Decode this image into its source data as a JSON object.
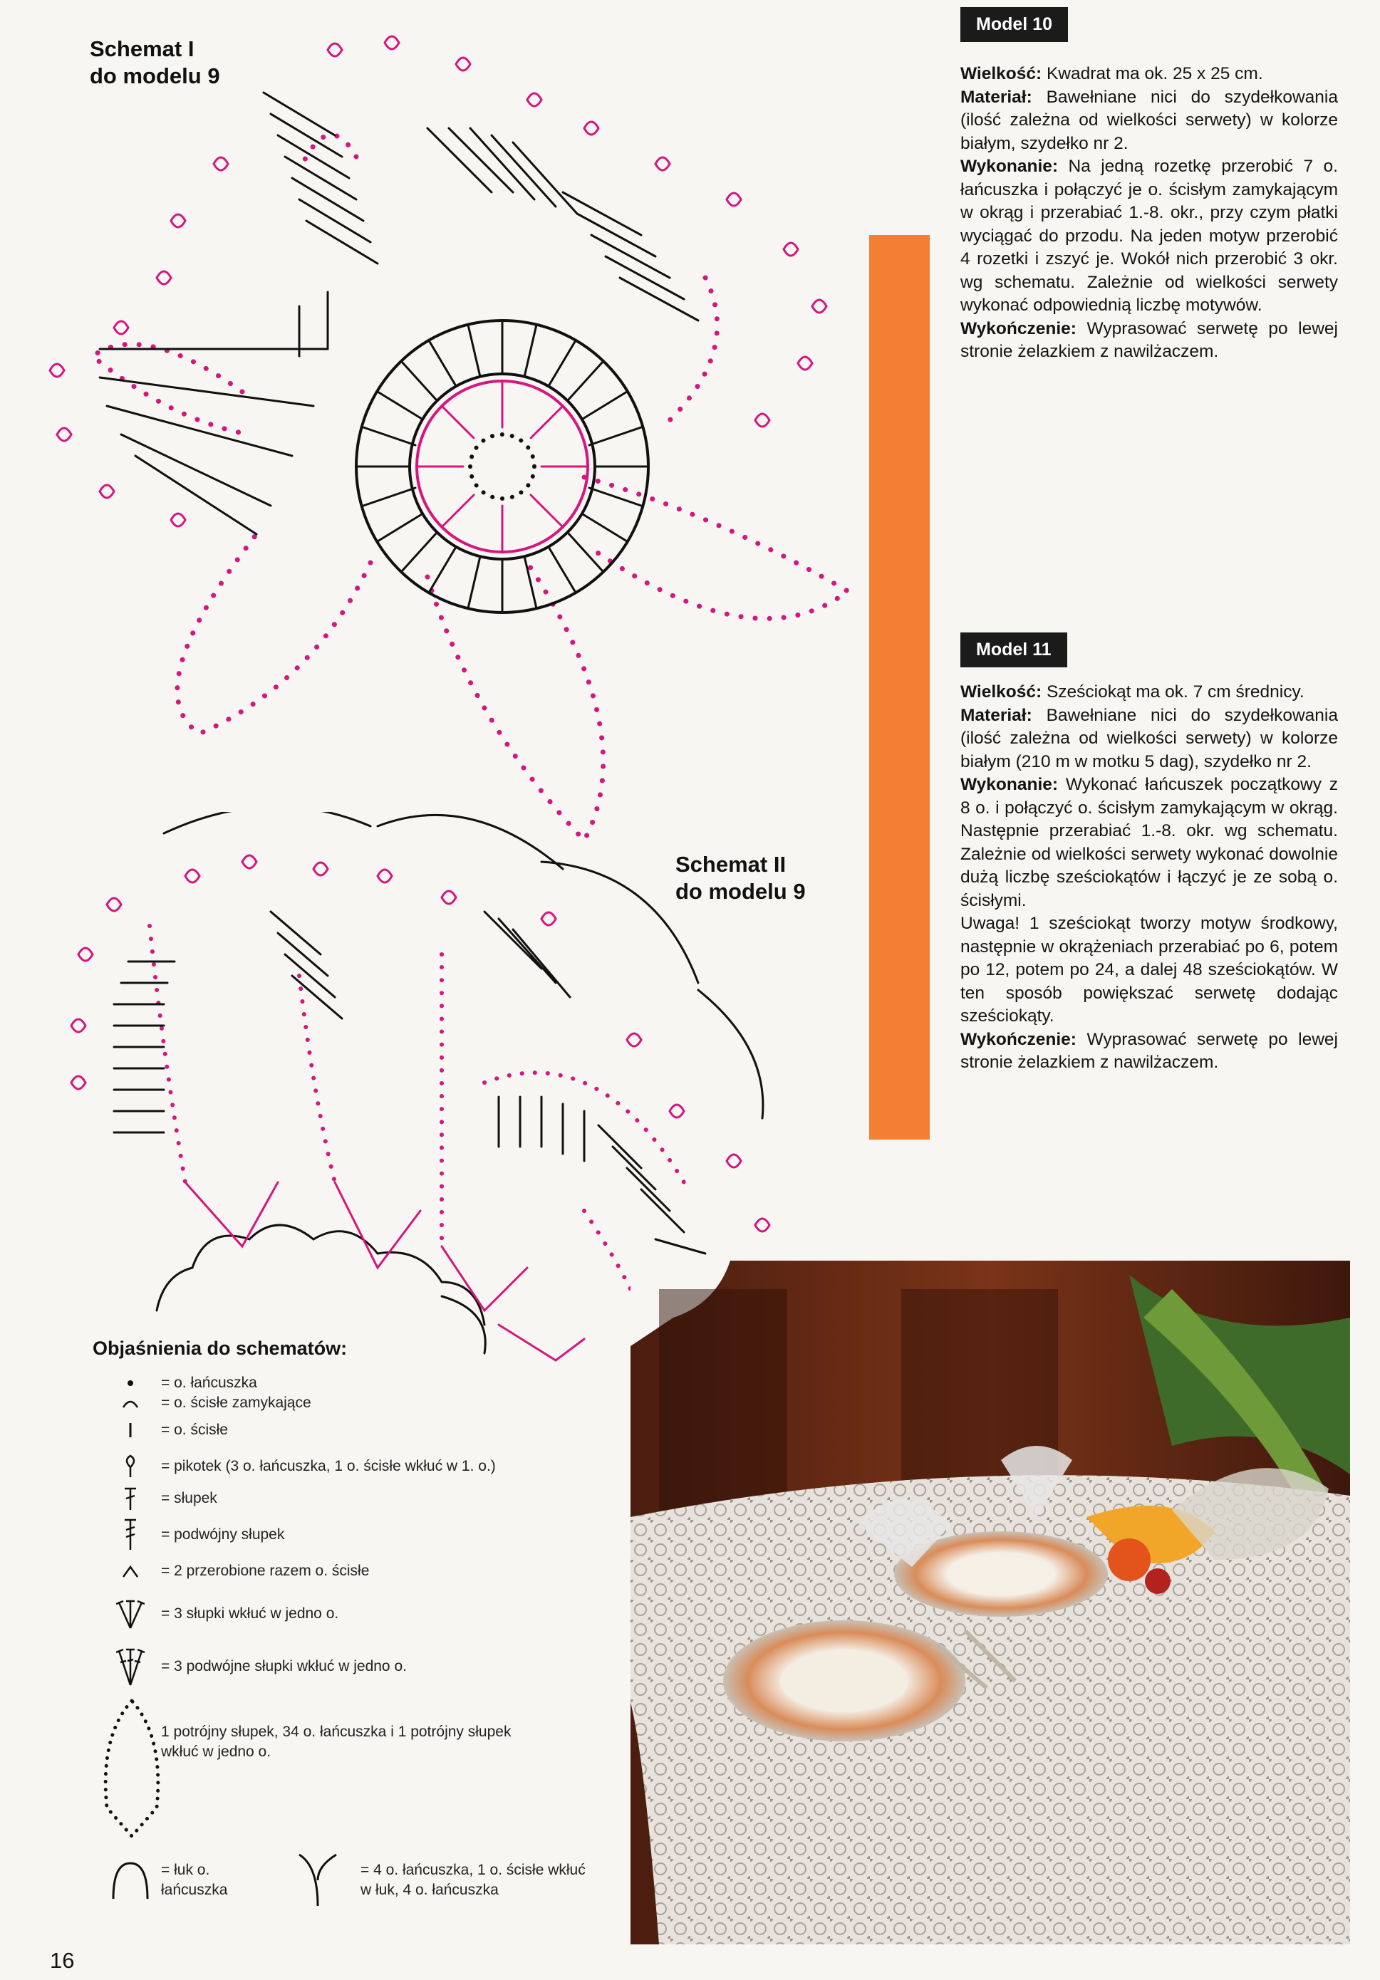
{
  "schema1": {
    "line1": "Schemat I",
    "line2": "do modelu 9"
  },
  "schema2": {
    "line1": "Schemat II",
    "line2": "do modelu 9"
  },
  "model10": {
    "tag": "Model 10",
    "size_label": "Wielkość:",
    "size_text": "Kwadrat ma ok. 25 x 25 cm.",
    "material_label": "Materiał:",
    "material_text": "Bawełniane nici do szydełkowania (ilość zależna od wielkości serwety) w kolorze białym, szydełko nr 2.",
    "execution_label": "Wykonanie:",
    "execution_text": "Na jedną rozetkę przerobić 7 o. łańcuszka i połączyć je o. ścisłym zamykającym w okrąg i przerabiać 1.-8. okr., przy czym płatki wyciągać do przodu. Na jeden motyw przerobić 4 rozetki i zszyć je. Wokół nich przerobić 3 okr. wg schematu. Zależnie od wielkości serwety wykonać odpowiednią liczbę motywów.",
    "finishing_label": "Wykończenie:",
    "finishing_text": "Wyprasować serwetę po lewej stronie żelazkiem z nawilżaczem."
  },
  "model11": {
    "tag": "Model 11",
    "size_label": "Wielkość:",
    "size_text": "Sześciokąt ma ok. 7 cm średnicy.",
    "material_label": "Materiał:",
    "material_text": "Bawełniane nici do szydełkowania (ilość zależna od wielkości serwety) w kolorze białym (210 m w motku 5 dag), szydełko nr 2.",
    "execution_label": "Wykonanie:",
    "execution_text": "Wykonać łańcuszek początkowy z 8 o. i połączyć o. ścisłym zamykającym w okrąg. Następnie przerabiać 1.-8. okr. wg schematu. Zależnie od wielkości serwety wykonać dowolnie dużą liczbę sześciokątów i łączyć je ze sobą o. ścisłymi.",
    "note_text": "Uwaga! 1 sześciokąt tworzy motyw środkowy, następnie w okrążeniach przerabiać po 6, potem po 12, potem po 24, a dalej 48 sześciokątów. W ten sposób powiększać serwetę dodając sześciokąty.",
    "finishing_label": "Wykończenie:",
    "finishing_text": "Wyprasować serwetę po lewej stronie żelazkiem z nawilżaczem."
  },
  "legend": {
    "title": "Objaśnienia do schematów:",
    "items": [
      "= o. łańcuszka",
      "= o. ścisłe zamykające",
      "= o. ścisłe",
      "= pikotek (3 o. łańcuszka, 1 o. ścisłe wkłuć w 1. o.)",
      "= słupek",
      "= podwójny słupek",
      "= 2 przerobione razem o. ścisłe",
      "= 3 słupki wkłuć w jedno o.",
      "= 3 podwójne słupki wkłuć w jedno o.",
      "1 potrójny słupek, 34 o. łańcuszka i 1 potrójny słupek wkłuć w jedno o.",
      "= łuk o. łańcuszka",
      "= 4 o. łańcuszka, 1 o. ścisłe wkłuć w łuk, 4 o. łańcuszka"
    ]
  },
  "page_number": "16",
  "colors": {
    "accent_orange": "#f47e32",
    "diagram_pink": "#d6157e",
    "tag_black": "#1b1b1b"
  }
}
